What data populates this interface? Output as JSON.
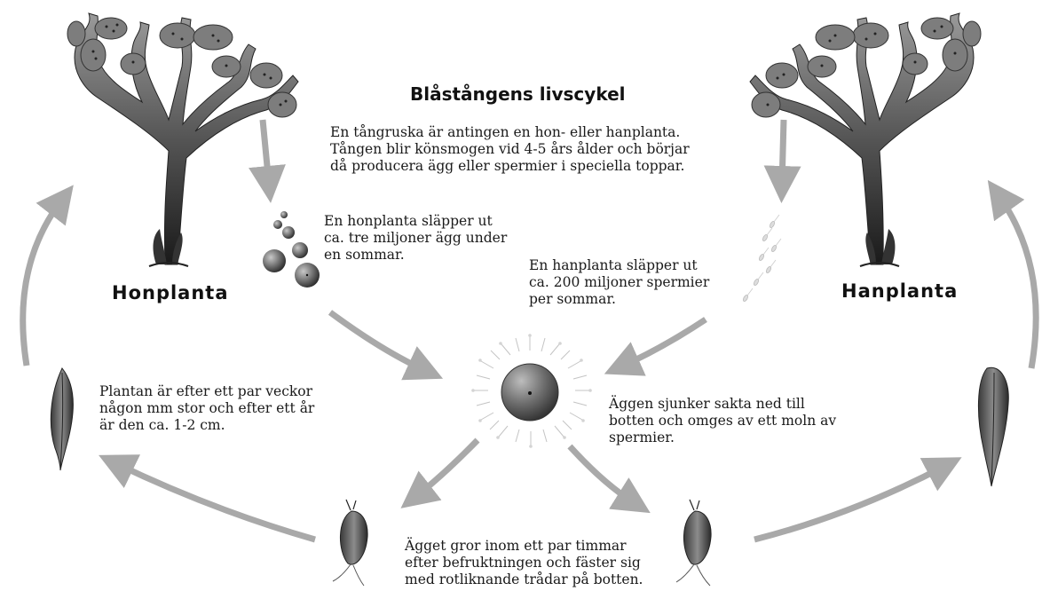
{
  "title": "Blåstångens livscykel",
  "labels": {
    "female": "Honplanta",
    "male": "Hanplanta"
  },
  "texts": {
    "intro": [
      "En tångruska är antingen en hon- eller hanplanta.",
      "Tången blir könsmogen vid 4-5 års  ålder och börjar",
      "då producera ägg eller spermier i speciella toppar."
    ],
    "eggs_release": [
      "En honplanta släpper ut",
      "ca. tre miljoner ägg under",
      "en sommar."
    ],
    "sperm_release": [
      "En hanplanta släpper ut",
      "ca. 200 miljoner spermier",
      "per sommar."
    ],
    "sinking": [
      "Äggen sjunker sakta ned till",
      "botten och omges av ett moln av",
      "spermier."
    ],
    "young_plant": [
      "Plantan är efter ett par veckor",
      "någon mm stor och efter ett år",
      "är den ca. 1-2 cm."
    ],
    "germination": [
      "Ägget gror inom ett par timmar",
      "efter befruktningen och fäster sig",
      "med rotliknande trådar på botten."
    ]
  },
  "colors": {
    "arrow": "#a9a9a9",
    "plant_dark": "#2a2a2a",
    "plant_light": "#8a8a8a"
  }
}
